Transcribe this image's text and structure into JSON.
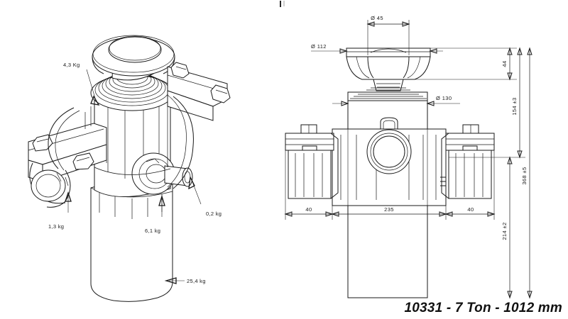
{
  "drawing": {
    "title": "10331 - 7 Ton - 1012 mm",
    "product_code": "10331",
    "capacity": "7 Ton",
    "stroke_length": "1012 mm",
    "type": "technical-engineering-drawing",
    "subject": "hydraulic telescopic tipping cylinder with mounting brackets"
  },
  "isometric_view": {
    "name": "3D isometric exploded weight callout view",
    "weight_labels": [
      {
        "id": "top-bracket",
        "text": "4,3 Kg",
        "desc": "upper mounting bracket assembly"
      },
      {
        "id": "lower-bracket",
        "text": "1,3 kg",
        "desc": "lower saddle bracket"
      },
      {
        "id": "port-fitting",
        "text": "0,2 kg",
        "desc": "hydraulic port fitting"
      },
      {
        "id": "mid-body",
        "text": "6,1 kg",
        "desc": "mid body bracket plate"
      },
      {
        "id": "main-cylinder",
        "text": "25,4 kg",
        "desc": "main cylinder barrel"
      }
    ],
    "total_labels": 5
  },
  "orthographic_view": {
    "name": "2D front elevation with dimensions",
    "diameter_dimensions": [
      {
        "id": "ball-stud",
        "text": "Ø 45",
        "value": 45,
        "unit": "mm",
        "position": "top-center"
      },
      {
        "id": "ball-cup",
        "text": "Ø 112",
        "value": 112,
        "unit": "mm",
        "position": "top-left"
      },
      {
        "id": "barrel",
        "text": "Ø 130",
        "value": 130,
        "unit": "mm",
        "position": "right-upper"
      }
    ],
    "vertical_dimensions": [
      {
        "id": "cup-height",
        "text": "44",
        "value": 44,
        "tolerance": "",
        "unit": "mm"
      },
      {
        "id": "upper-section",
        "text": "154 ±3",
        "value": 154,
        "tolerance": "±3",
        "unit": "mm"
      },
      {
        "id": "overall-mid",
        "text": "368 ±5",
        "value": 368,
        "tolerance": "±5",
        "unit": "mm"
      },
      {
        "id": "lower-section",
        "text": "214 ±2",
        "value": 214,
        "tolerance": "±2",
        "unit": "mm"
      }
    ],
    "horizontal_dimensions": [
      {
        "id": "left-bracket",
        "text": "40",
        "value": 40,
        "unit": "mm"
      },
      {
        "id": "body-width",
        "text": "235",
        "value": 235,
        "unit": "mm"
      },
      {
        "id": "right-bracket",
        "text": "40",
        "value": 40,
        "unit": "mm"
      }
    ]
  },
  "style": {
    "line_color": "#1a1a1a",
    "background": "#ffffff",
    "paper": "white"
  }
}
